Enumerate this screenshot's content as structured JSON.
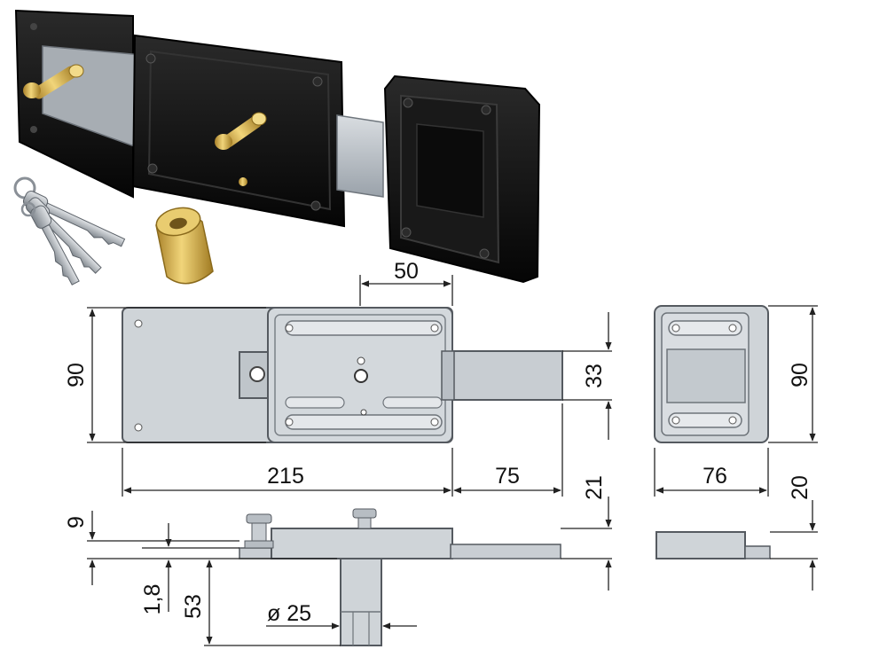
{
  "colors": {
    "metal_fill": "#cdd2d6",
    "metal_dark": "#9aa0a6",
    "outline": "#555a60",
    "dim_line": "#222222",
    "lock_body": "#121212",
    "brass": "#c9a544"
  },
  "product_photo": {
    "key_count": 3,
    "cylinder_material": "brass"
  },
  "views": {
    "front": {
      "width_label": "215",
      "height_label": "90",
      "plate_width_label": "50",
      "bolt_length_label": "75",
      "bolt_height_label": "33"
    },
    "keeper": {
      "width_label": "76",
      "height_label": "90",
      "depth_label": "20"
    },
    "side": {
      "body_depth_label": "21",
      "knob_offset_label": "9",
      "plate_thickness_label": "1,8",
      "cylinder_length_label": "53",
      "cylinder_diameter_label": "ø 25"
    }
  }
}
